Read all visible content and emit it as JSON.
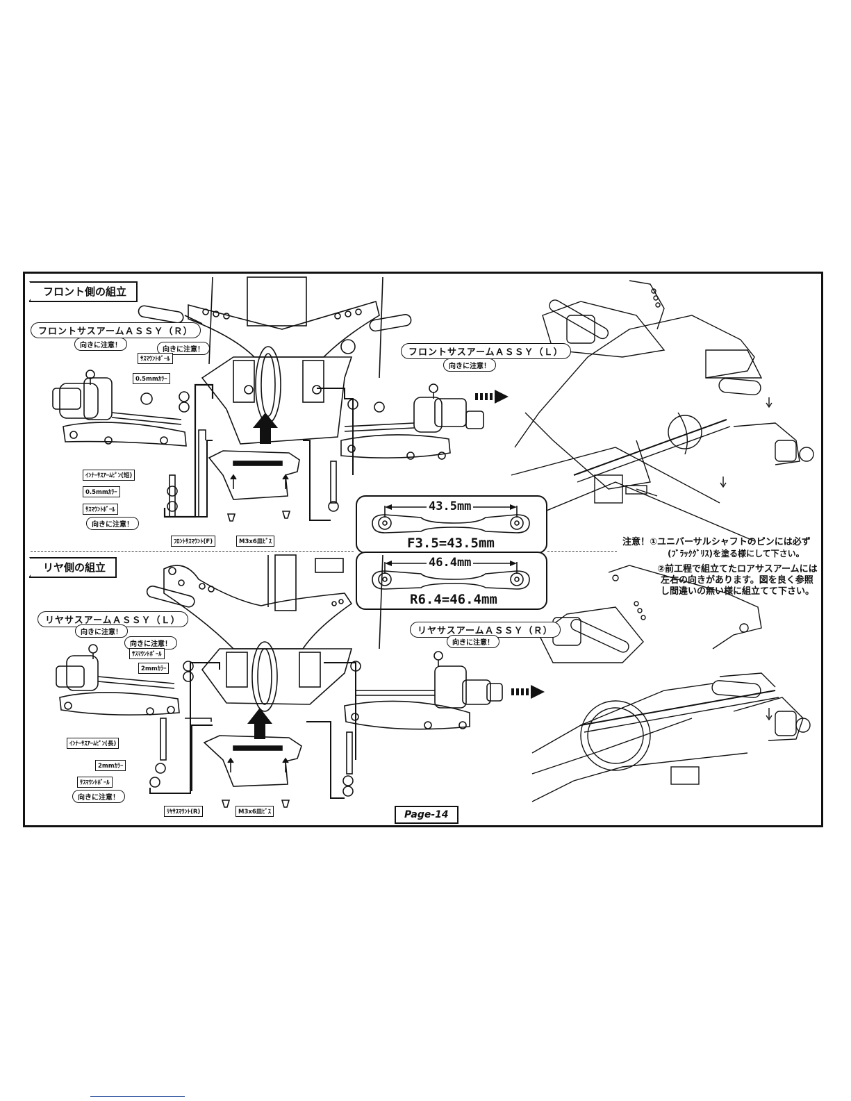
{
  "page": {
    "badge": "Page-14"
  },
  "front": {
    "section_title": "フロント側の組立",
    "assy_right": "フロントサスアームＡＳＳＹ（Ｒ）",
    "assy_left": "フロントサスアームＡＳＳＹ（Ｌ）",
    "note_orient": "向きに注意！",
    "part_ball": "ｻｽﾏｳﾝﾄﾎﾞｰﾙ",
    "part_collar": "0.5mmｶﾗｰ",
    "part_pin": "ｲﾝﾅｰｻｽｱｰﾑﾋﾟﾝ(短)",
    "part_mount": "ﾌﾛﾝﾄｻｽﾏｳﾝﾄ(F)",
    "part_screw": "M3x6皿ﾋﾞｽ"
  },
  "rear": {
    "section_title": "リヤ側の組立",
    "assy_left": "リヤサスアームＡＳＳＹ（Ｌ）",
    "assy_right": "リヤサスアームＡＳＳＹ（Ｒ）",
    "note_orient": "向きに注意！",
    "part_ball": "ｻｽﾏｳﾝﾄﾎﾞｰﾙ",
    "part_collar": "2mmｶﾗｰ",
    "part_pin": "ｲﾝﾅｰｻｽｱｰﾑﾋﾟﾝ(長)",
    "part_mount": "ﾘﾔｻｽﾏｳﾝﾄ(R)",
    "part_screw": "M3x6皿ﾋﾞｽ"
  },
  "callouts": {
    "front_dim": "43.5mm",
    "front_eq": "F3.5=43.5mm",
    "rear_dim": "46.4mm",
    "rear_eq": "R6.4=46.4mm"
  },
  "caution": {
    "line1": "注意！①ユニバーサルシャフトのピンには必ず",
    "line2": "(ﾌﾞﾗｯｸｸﾞﾘｽ)を塗る様にして下さい。",
    "line3": "②前工程で組立てたロアサスアームには",
    "line4": "左右の向きがあります。図を良く参照",
    "line5": "し間違いの無い様に組立てて下さい。"
  }
}
